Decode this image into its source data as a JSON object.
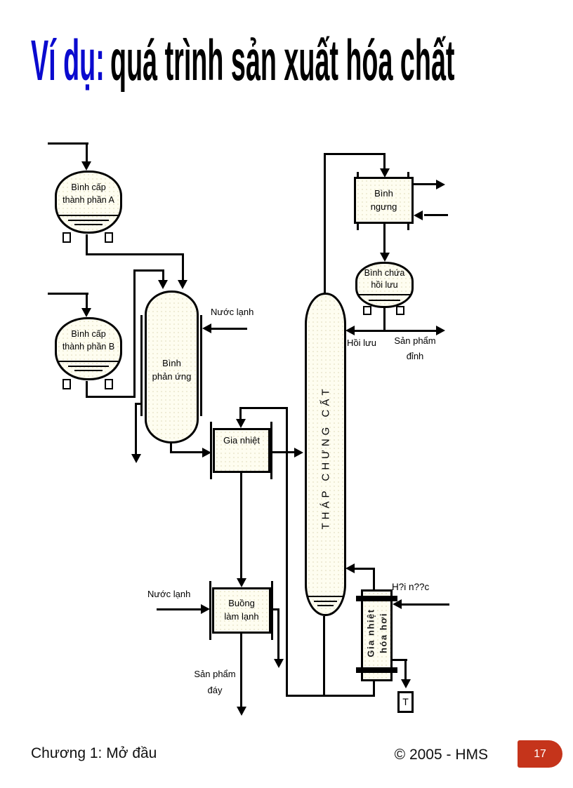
{
  "colors": {
    "title_accent": "#0a0acf",
    "page_badge_bg": "#c5341b"
  },
  "title": {
    "accent": "Ví dụ:",
    "main": "quá trình sản xuất hóa chất"
  },
  "equipment": {
    "tank_a": [
      "Bình cấp",
      "thành phần A"
    ],
    "tank_b": [
      "Bình cấp",
      "thành phần B"
    ],
    "reactor": [
      "Bình",
      "phản ứng"
    ],
    "heater": "Gia nhiệt",
    "column": "THÁP CHƯNG CẤT",
    "condenser": [
      "Bình",
      "ngưng"
    ],
    "reflux_drum": [
      "Bình chứa",
      "hồi lưu"
    ],
    "cooler": [
      "Buồng",
      "làm lạnh"
    ],
    "reboiler": [
      "Gia nhiệt",
      "hóa hơi"
    ],
    "trap": "T"
  },
  "flow_labels": {
    "cold_water_reactor": "Nước lạnh",
    "cold_water_cooler": "Nước lạnh",
    "reflux": "Hồi lưu",
    "top_product_1": "Sản phẩm",
    "top_product_2": "đỉnh",
    "bottom_product_1": "Sản phẩm",
    "bottom_product_2": "đáy",
    "steam": "H?i n??c"
  },
  "footer": {
    "chapter": "Chương 1: Mở đầu",
    "copyright": "© 2005 - HMS",
    "page": "17"
  }
}
